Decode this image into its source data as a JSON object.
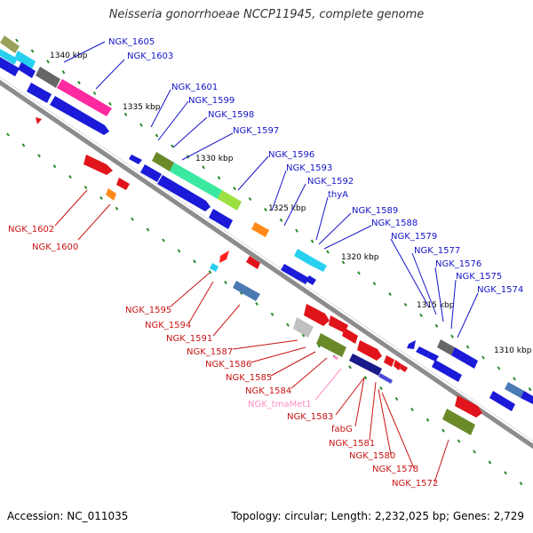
{
  "title": "Neisseria gonorrhoeae NCCP11945, complete genome",
  "footer": {
    "accession": "Accession: NC_011035",
    "summary": "Topology: circular; Length: 2,232,025 bp; Genes: 2,729"
  },
  "colors": {
    "forward_gene": "#1a1ad8",
    "reverse_gene": "#e0141a",
    "trna": "#ff8ec6",
    "backbone": "#8c8c8c",
    "tick": "#2a8a2a",
    "label_blue": "#1414c8",
    "label_red": "#c81414"
  },
  "scale_labels": [
    "1340 kbp",
    "1335 kbp",
    "1330 kbp",
    "1325 kbp",
    "1320 kbp",
    "1315 kbp",
    "1310 kbp"
  ],
  "top_labels": [
    "NGK_1605",
    "NGK_1603",
    "NGK_1601",
    "NGK_1599",
    "NGK_1598",
    "NGK_1597",
    "NGK_1596",
    "NGK_1593",
    "NGK_1592",
    "thyA",
    "NGK_1589",
    "NGK_1588",
    "NGK_1579",
    "NGK_1577",
    "NGK_1576",
    "NGK_1575",
    "NGK_1574"
  ],
  "bottom_labels": [
    "NGK_1602",
    "NGK_1600",
    "NGK_1595",
    "NGK_1594",
    "NGK_1591",
    "NGK_1587",
    "NGK_1586",
    "NGK_1585",
    "NGK_1584",
    "NGK_tmaMet1",
    "NGK_1583",
    "fabG",
    "NGK_1581",
    "NGK_1580",
    "NGK_1578",
    "NGK_1572"
  ]
}
